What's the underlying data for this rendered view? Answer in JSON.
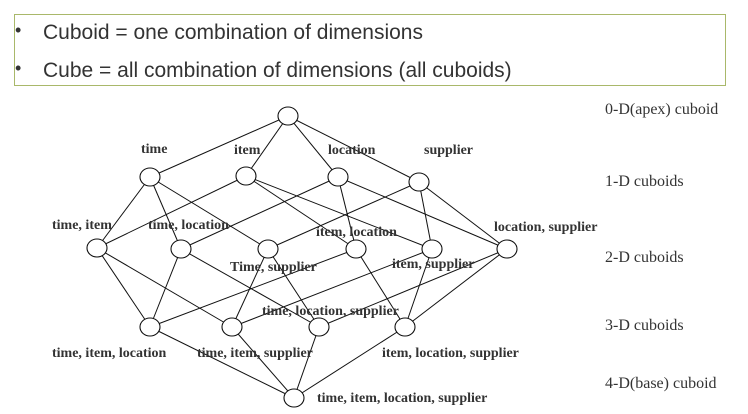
{
  "bullets": [
    "Cuboid = one combination of dimensions",
    "Cube = all combination of dimensions  (all cuboids)"
  ],
  "levels": [
    "0-D(apex) cuboid",
    "1-D cuboids",
    "2-D cuboids",
    "3-D cuboids",
    "4-D(base) cuboid"
  ],
  "nodes": [
    {
      "id": "apex",
      "label": ""
    },
    {
      "id": "t",
      "label": "time"
    },
    {
      "id": "i",
      "label": "item"
    },
    {
      "id": "l",
      "label": "location"
    },
    {
      "id": "s",
      "label": "supplier"
    },
    {
      "id": "ti",
      "label": "time, item"
    },
    {
      "id": "tl",
      "label": "time, location"
    },
    {
      "id": "ts",
      "label": "Time, supplier"
    },
    {
      "id": "il",
      "label": "item, location"
    },
    {
      "id": "is",
      "label": "item, supplier"
    },
    {
      "id": "ls",
      "label": "location, supplier"
    },
    {
      "id": "til",
      "label": "time, item, location"
    },
    {
      "id": "tis",
      "label": "time, item, supplier"
    },
    {
      "id": "tls",
      "label": "time, location, supplier"
    },
    {
      "id": "ils",
      "label": "item, location, supplier"
    },
    {
      "id": "base",
      "label": "time, item, location, supplier"
    }
  ],
  "edges": [
    [
      "apex",
      "t"
    ],
    [
      "apex",
      "i"
    ],
    [
      "apex",
      "l"
    ],
    [
      "apex",
      "s"
    ],
    [
      "t",
      "ti"
    ],
    [
      "t",
      "tl"
    ],
    [
      "t",
      "ts"
    ],
    [
      "i",
      "ti"
    ],
    [
      "i",
      "il"
    ],
    [
      "i",
      "is"
    ],
    [
      "l",
      "tl"
    ],
    [
      "l",
      "il"
    ],
    [
      "l",
      "ls"
    ],
    [
      "s",
      "ts"
    ],
    [
      "s",
      "is"
    ],
    [
      "s",
      "ls"
    ],
    [
      "ti",
      "til"
    ],
    [
      "ti",
      "tis"
    ],
    [
      "tl",
      "til"
    ],
    [
      "tl",
      "tls"
    ],
    [
      "ts",
      "tis"
    ],
    [
      "ts",
      "tls"
    ],
    [
      "il",
      "til"
    ],
    [
      "il",
      "ils"
    ],
    [
      "is",
      "tis"
    ],
    [
      "is",
      "ils"
    ],
    [
      "ls",
      "tls"
    ],
    [
      "ls",
      "ils"
    ],
    [
      "til",
      "base"
    ],
    [
      "tis",
      "base"
    ],
    [
      "tls",
      "base"
    ],
    [
      "ils",
      "base"
    ]
  ]
}
